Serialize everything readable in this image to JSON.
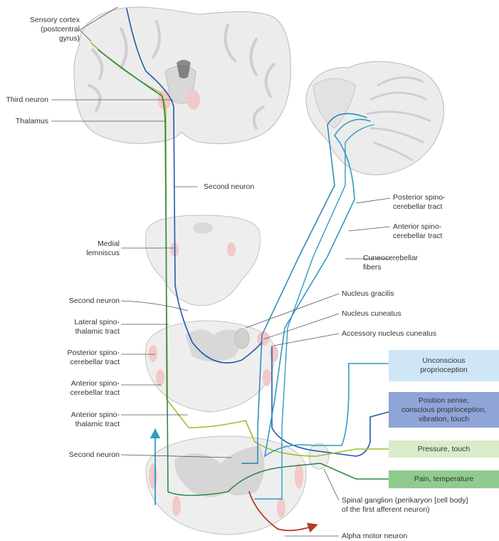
{
  "colors": {
    "tract_green": "#2f8a4a",
    "tract_lightgreen": "#9cbf2f",
    "tract_blue": "#1f5aa6",
    "tract_cyan": "#2f9cc0",
    "motor_red": "#b53a24",
    "box_unconscious": "#cfe6f6",
    "box_position": "#8fa5d7",
    "box_pressure": "#d9ecc9",
    "box_pain": "#8fcb8f",
    "nucleus_pink": "#f3c8c8"
  },
  "labels": {
    "sensory_cortex": [
      "Sensory cortex",
      "(postcentral",
      "gyrus)"
    ],
    "third_neuron": "Third neuron",
    "thalamus": "Thalamus",
    "second_neuron_top": "Second neuron",
    "medial_lemniscus": [
      "Medial",
      "lemniscus"
    ],
    "second_neuron_mid": "Second neuron",
    "lateral_spinothalamic": [
      "Lateral spino-",
      "thalamic tract"
    ],
    "posterior_spinocerebellar_left": [
      "Posterior spino-",
      "cerebellar tract"
    ],
    "anterior_spinocerebellar_left": [
      "Anterior spino-",
      "cerebellar tract"
    ],
    "anterior_spinothalamic": [
      "Anterior spino-",
      "thalamic tract"
    ],
    "second_neuron_bottom": "Second neuron",
    "posterior_spinocerebellar_right": [
      "Posterior spino-",
      "cerebellar tract"
    ],
    "anterior_spinocerebellar_right": [
      "Anterior spino-",
      "cerebellar tract"
    ],
    "cuneocerebellar": [
      "Cuneocerebellar",
      "fibers"
    ],
    "nucleus_gracilis": "Nucleus gracilis",
    "nucleus_cuneatus": "Nucleus cuneatus",
    "accessory_nucleus_cuneatus": "Accessory nucleus cuneatus",
    "spinal_ganglion": [
      "Spinal ganglion (perikaryon [cell body]",
      "of the first afferent neuron)"
    ],
    "alpha_motor_neuron": "Alpha motor neuron"
  },
  "modality_boxes": [
    {
      "label": [
        "Unconscious",
        "proprioception"
      ]
    },
    {
      "label": [
        "Position sense,",
        "conscious proprioception,",
        "vibration, touch"
      ]
    },
    {
      "label": [
        "Pressure, touch"
      ]
    },
    {
      "label": [
        "Pain, temperature"
      ]
    }
  ]
}
